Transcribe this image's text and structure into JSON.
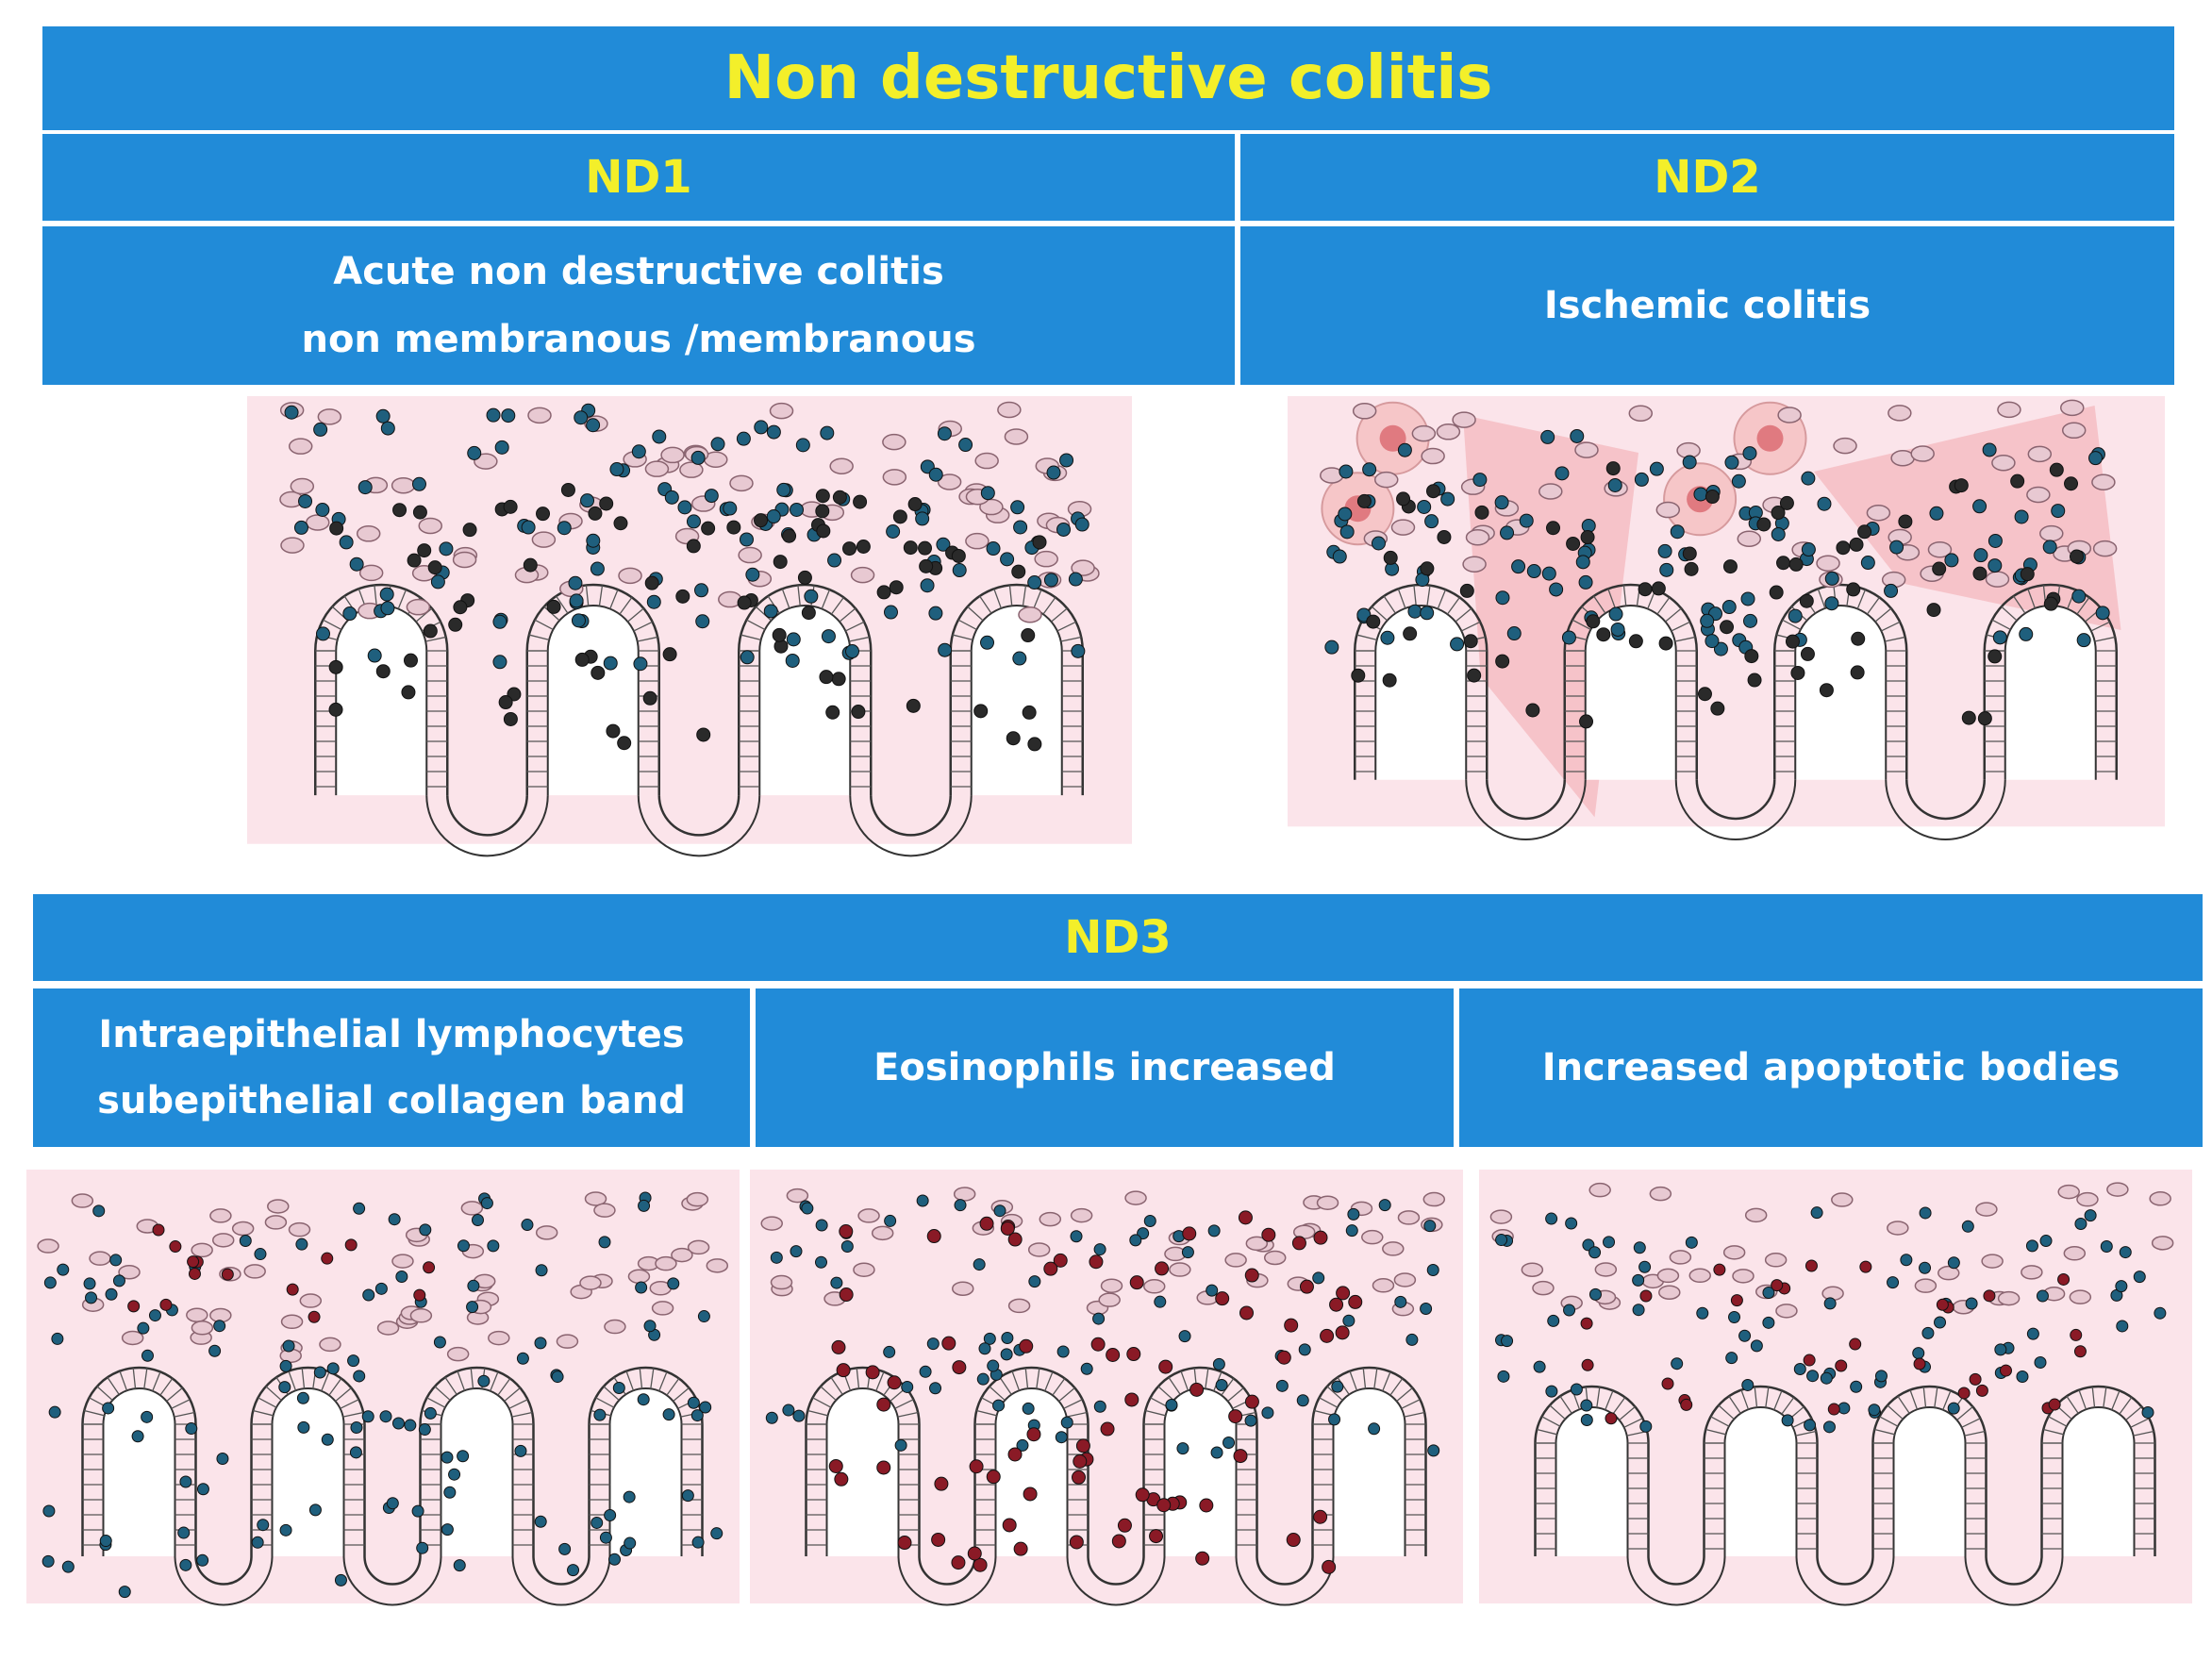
{
  "title": "Non destructive colitis",
  "nd1": {
    "label": "ND1",
    "desc_line1": "Acute non destructive colitis",
    "desc_line2": "non membranous /membranous"
  },
  "nd2": {
    "label": "ND2",
    "desc": "Ischemic colitis"
  },
  "nd3": {
    "label": "ND3",
    "a_line1": "Intraepithelial lymphocytes",
    "a_line2": "subepithelial collagen band",
    "b": "Eosinophils increased",
    "c": "Increased apoptotic bodies"
  },
  "colors": {
    "header_blue": "#218bd8",
    "title_yellow": "#f3ef2a",
    "tissue_pink": "#fbe4ea",
    "lymphocyte": "#1f5f7d",
    "neutrophil": "#2a2a2a",
    "eosinophil": "#8a1a26",
    "plasma_cell": "#e8c9d2",
    "necrosis": "#f2a7ad"
  },
  "icons": [
    "crypt-icon",
    "lymphocyte-icon",
    "eosinophil-icon",
    "neutrophil-icon",
    "plasma-cell-icon"
  ]
}
